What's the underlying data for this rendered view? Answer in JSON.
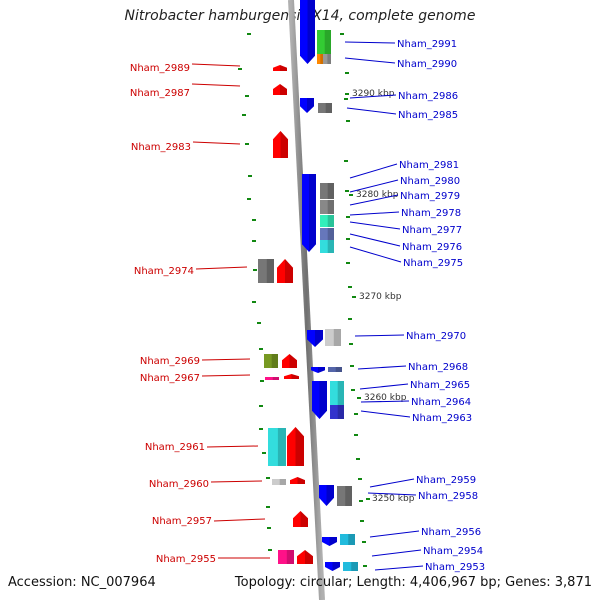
{
  "title": "Nitrobacter hamburgensis X14, complete genome",
  "footer": {
    "accession": "Accession: NC_007964",
    "topology": "Topology: circular; Length: 4,406,967 bp; Genes: 3,871"
  },
  "colors": {
    "left_label": "#cc0000",
    "right_label": "#0000cc",
    "axis": "#808080",
    "tick": "#118811",
    "forward": "#ff0000",
    "reverse": "#0000ff"
  },
  "scale_labels": [
    "3290 kbp",
    "3280 kbp",
    "3270 kbp",
    "3260 kbp",
    "3250 kbp"
  ],
  "left_genes": [
    "Nham_2989",
    "Nham_2987",
    "Nham_2983",
    "Nham_2974",
    "Nham_2969",
    "Nham_2967",
    "Nham_2961",
    "Nham_2960",
    "Nham_2957",
    "Nham_2955"
  ],
  "right_genes": [
    "Nham_2991",
    "Nham_2990",
    "Nham_2986",
    "Nham_2985",
    "Nham_2981",
    "Nham_2980",
    "Nham_2979",
    "Nham_2978",
    "Nham_2977",
    "Nham_2976",
    "Nham_2975",
    "Nham_2970",
    "Nham_2968",
    "Nham_2965",
    "Nham_2964",
    "Nham_2963",
    "Nham_2959",
    "Nham_2958",
    "Nham_2956",
    "Nham_2954",
    "Nham_2953"
  ]
}
